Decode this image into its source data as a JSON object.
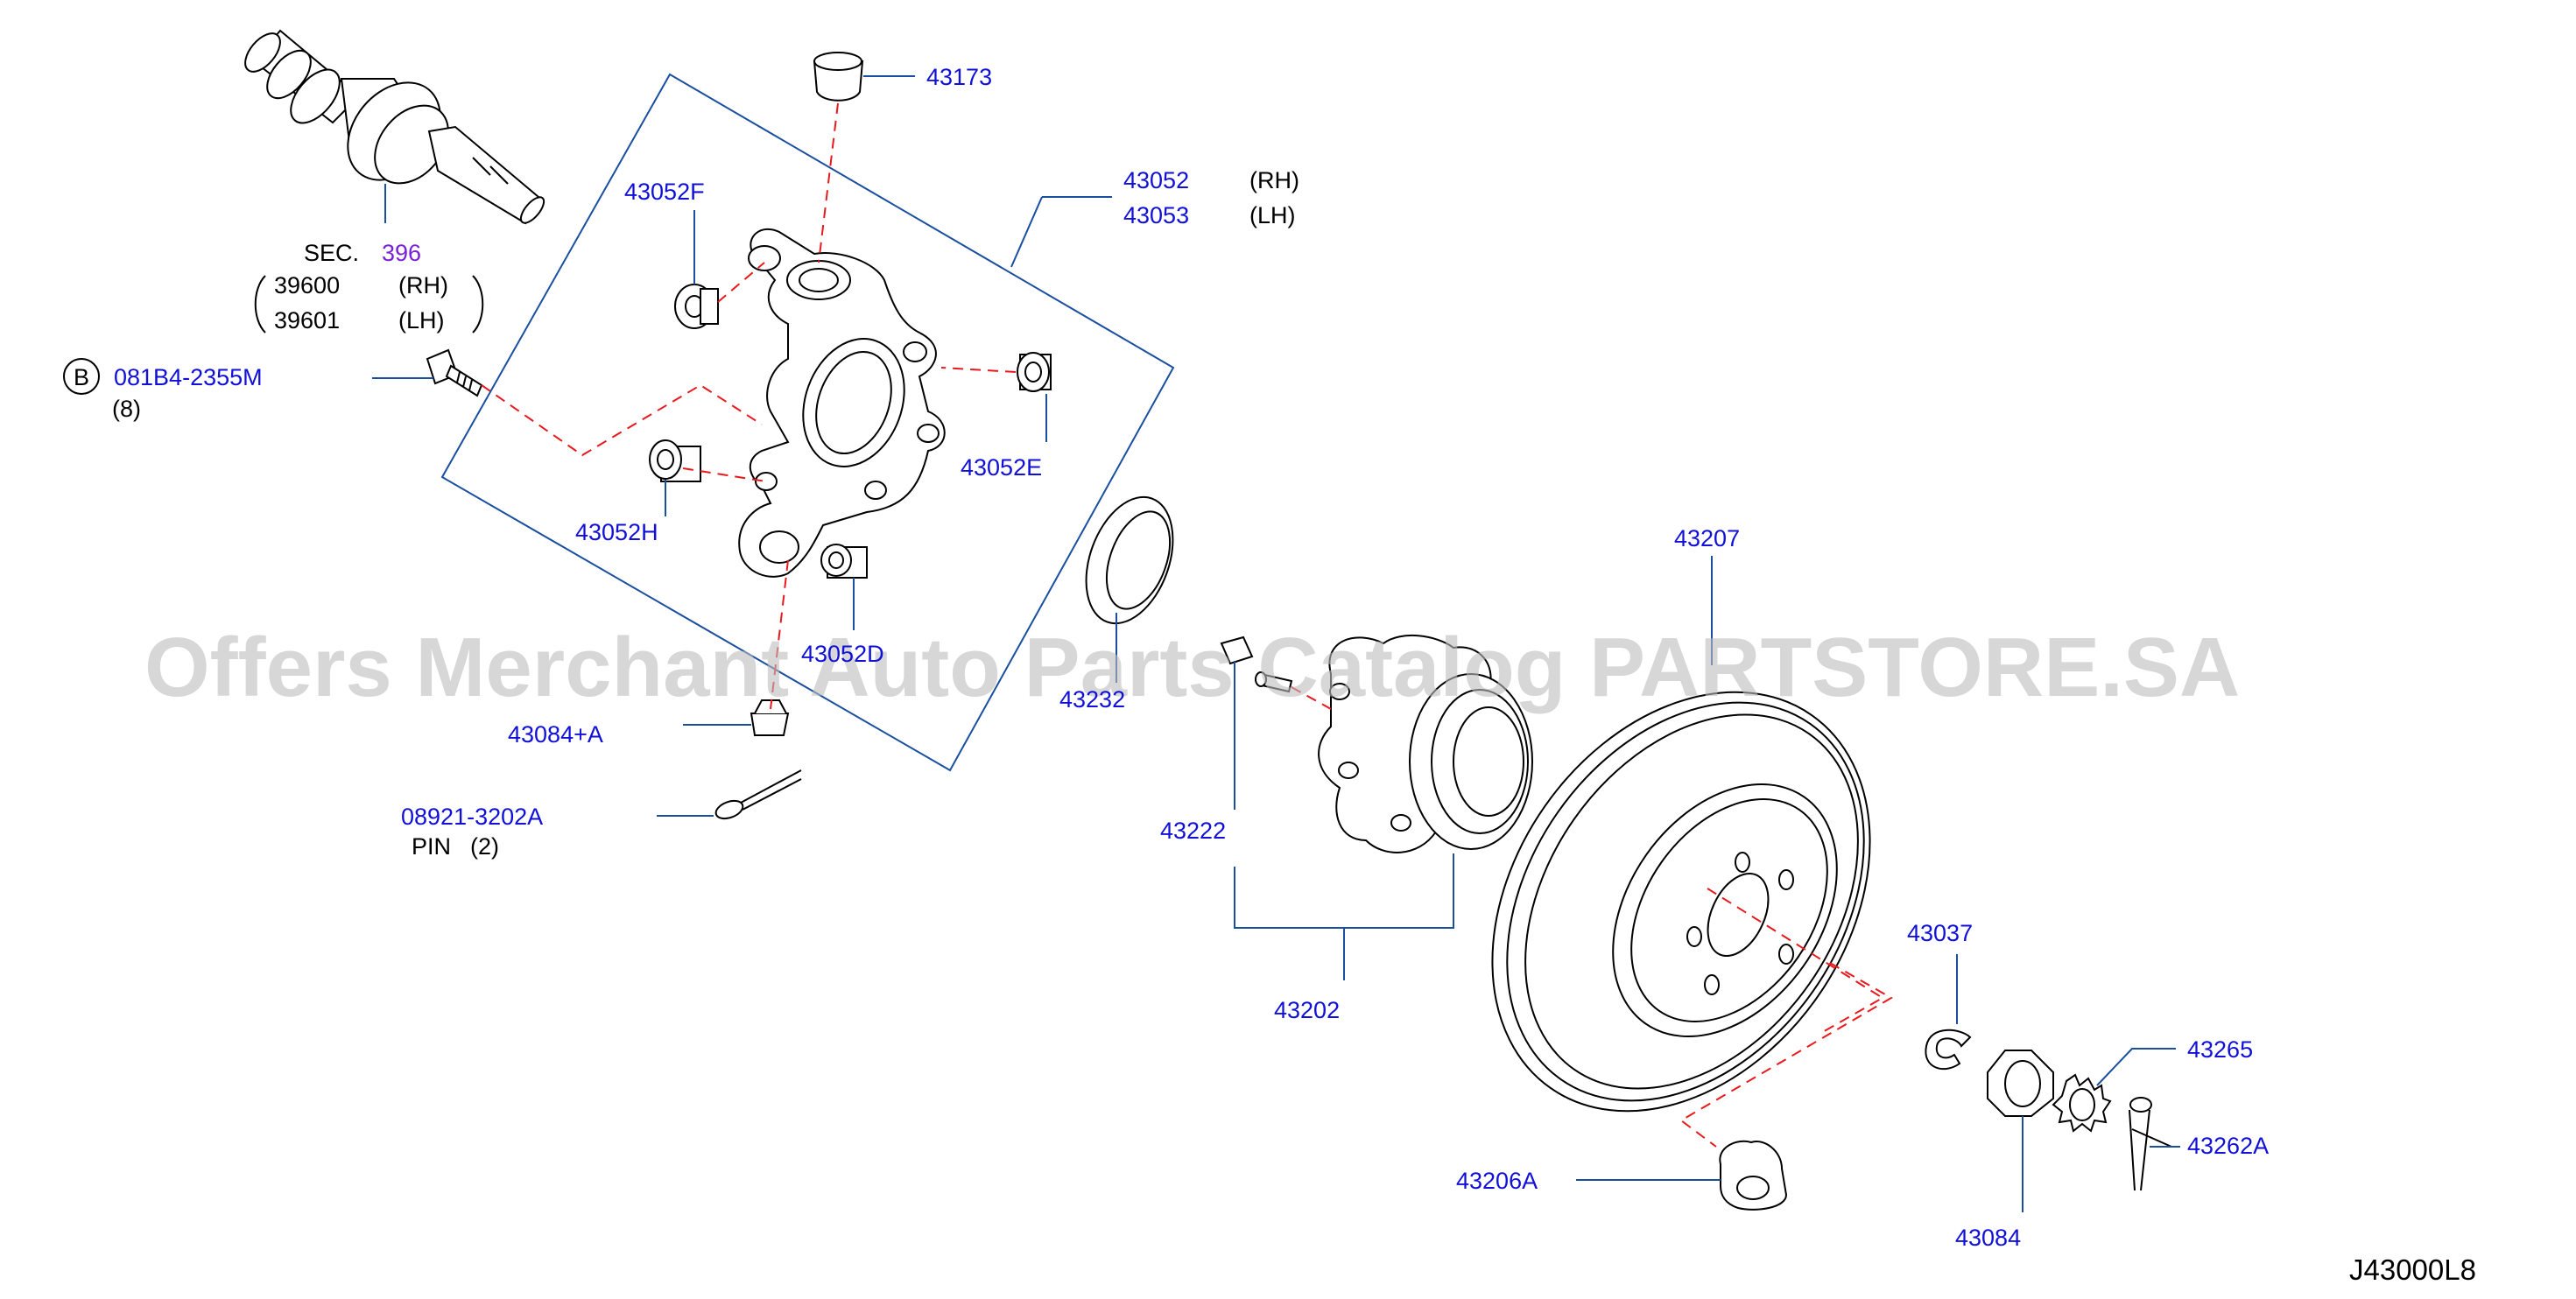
{
  "labels": {
    "p43173": "43173",
    "p43052": "43052",
    "p43053": "43053",
    "rh1": "(RH)",
    "lh1": "(LH)",
    "p43052F": "43052F",
    "sec": "SEC.",
    "sec_num": "396",
    "p39600": "39600",
    "rh2": "(RH)",
    "p39601": "39601",
    "lh2": "(LH)",
    "bolt_prefix": "B",
    "bolt_code": "081B4-2355M",
    "bolt_qty": "(8)",
    "p43052E": "43052E",
    "p43052H": "43052H",
    "p43052D": "43052D",
    "p43232": "43232",
    "p43084A": "43084+A",
    "pin_code": "08921-3202A",
    "pin_name": "PIN",
    "pin_qty": "(2)",
    "p43207": "43207",
    "p43222": "43222",
    "p43202": "43202",
    "p43037": "43037",
    "p43265": "43265",
    "p43262A": "43262A",
    "p43206A": "43206A",
    "p43084": "43084",
    "diagram_code": "J43000L8"
  },
  "watermark": "Offers Merchant Auto Parts Catalog PARTSTORE.SA",
  "colors": {
    "part_number": "#1010d8",
    "section_ref": "#7a1fd6",
    "leader": "#1a4fa0",
    "dashed": "#e8191c"
  }
}
